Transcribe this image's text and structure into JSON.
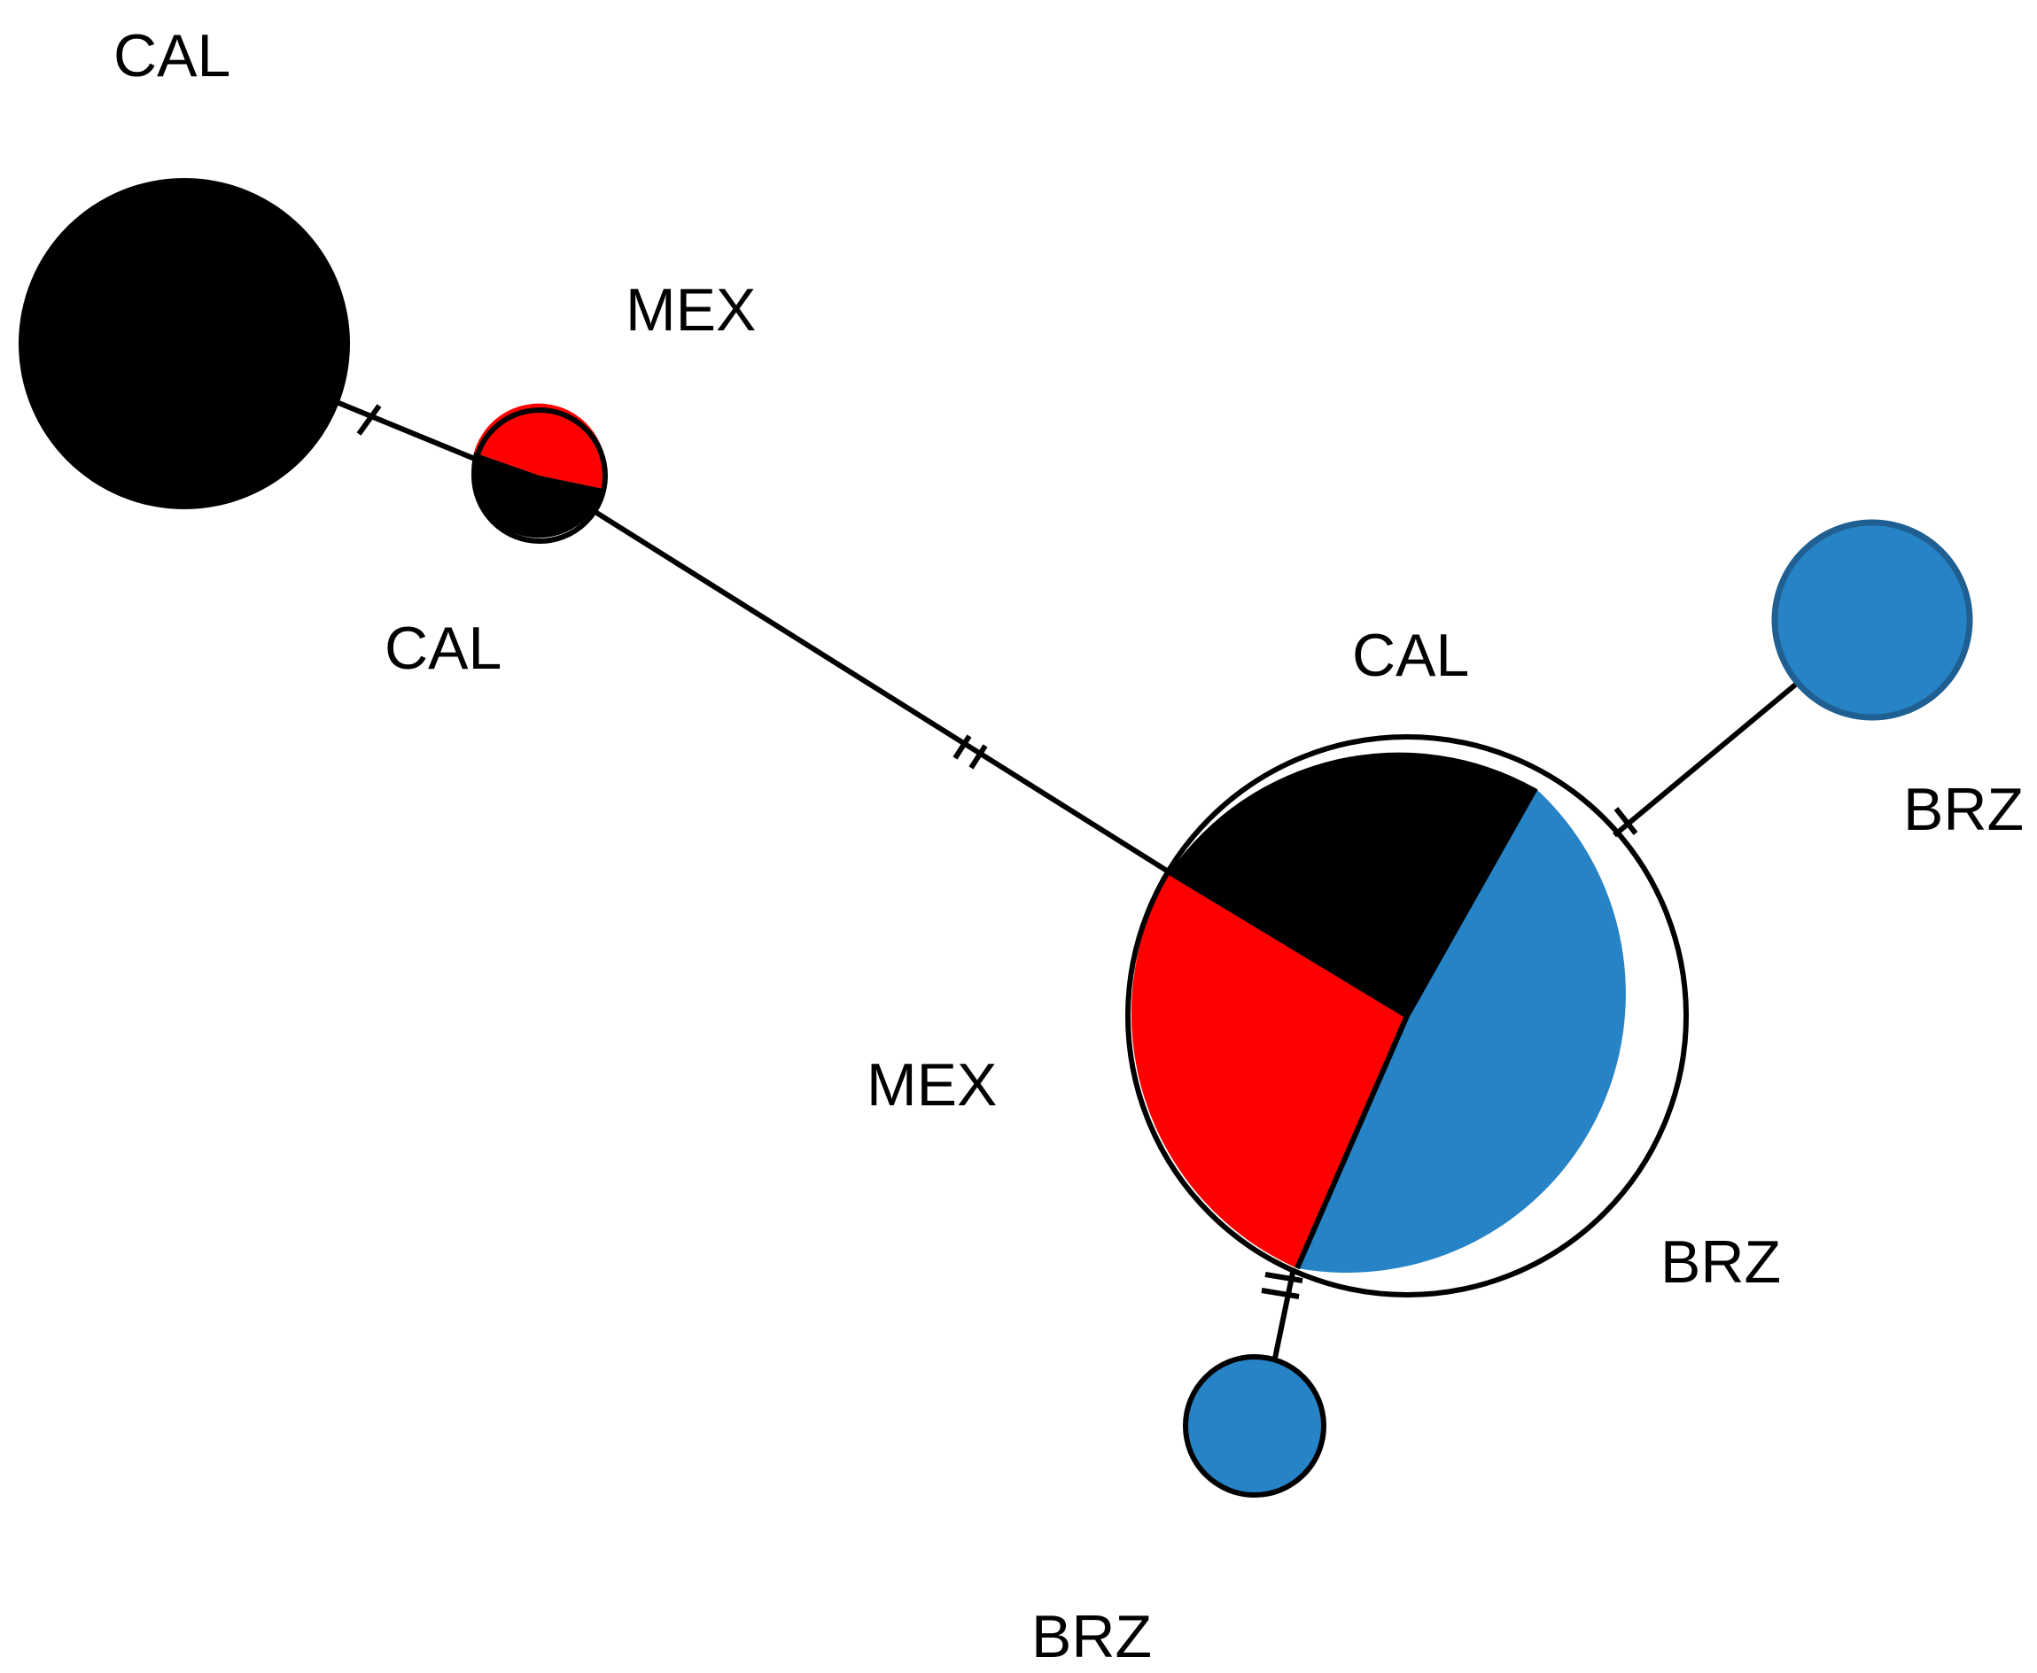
{
  "colors": {
    "CAL": "#000000",
    "MEX": "#ff0000",
    "BRZ": "#2683c6",
    "BRZ_outline": "#1f5f91",
    "edge": "#000000"
  },
  "labels": {
    "node1_cal": "CAL",
    "node2_mex": "MEX",
    "node2_cal": "CAL",
    "node3_cal": "CAL",
    "node3_mex": "MEX",
    "node3_brz": "BRZ",
    "node4_brz": "BRZ",
    "node5_brz": "BRZ"
  },
  "haplotypes": [
    {
      "id": "H1",
      "composition": {
        "CAL": 1.0
      }
    },
    {
      "id": "H2",
      "composition": {
        "MEX": 0.5,
        "CAL": 0.5
      }
    },
    {
      "id": "H3",
      "composition": {
        "CAL": 0.25,
        "MEX": 0.25,
        "BRZ": 0.5
      }
    },
    {
      "id": "H4",
      "composition": {
        "BRZ": 1.0
      }
    },
    {
      "id": "H5",
      "composition": {
        "BRZ": 1.0
      }
    }
  ],
  "links": [
    {
      "from": "H1",
      "to": "H2",
      "mutations": 1
    },
    {
      "from": "H2",
      "to": "H3",
      "mutations": 2
    },
    {
      "from": "H3",
      "to": "H4",
      "mutations": 1
    },
    {
      "from": "H3",
      "to": "H5",
      "mutations": 2
    }
  ]
}
